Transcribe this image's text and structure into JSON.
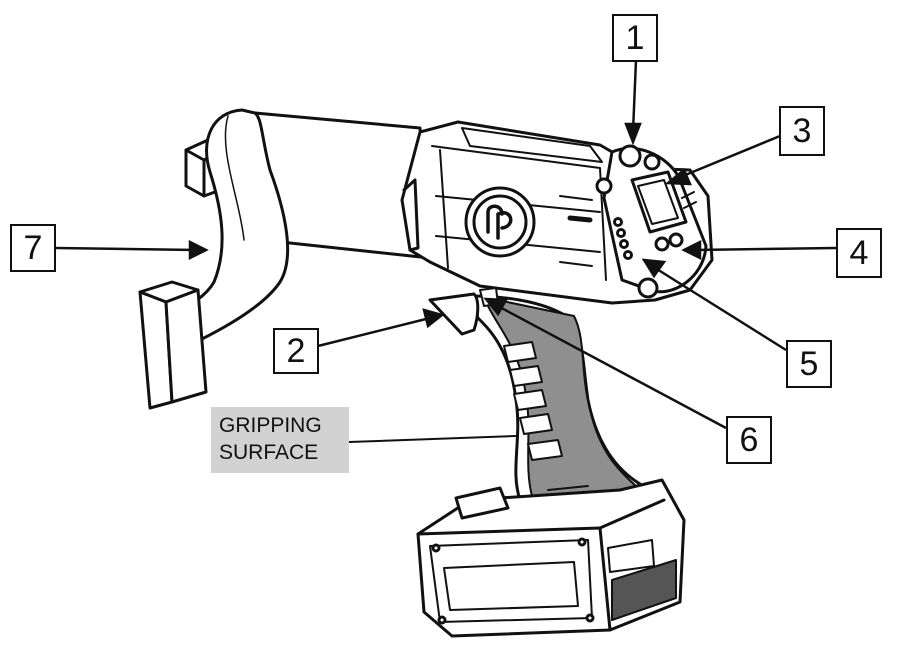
{
  "diagram": {
    "callouts": [
      {
        "id": "1",
        "label": "1"
      },
      {
        "id": "2",
        "label": "2"
      },
      {
        "id": "3",
        "label": "3"
      },
      {
        "id": "4",
        "label": "4"
      },
      {
        "id": "5",
        "label": "5"
      },
      {
        "id": "6",
        "label": "6"
      },
      {
        "id": "7",
        "label": "7"
      }
    ],
    "gripping_label": {
      "line1": "GRIPPING",
      "line2": "SURFACE"
    },
    "colors": {
      "line": "#111111",
      "grip_fill": "#8f8f8f",
      "label_bg": "#d2d2d2"
    }
  }
}
